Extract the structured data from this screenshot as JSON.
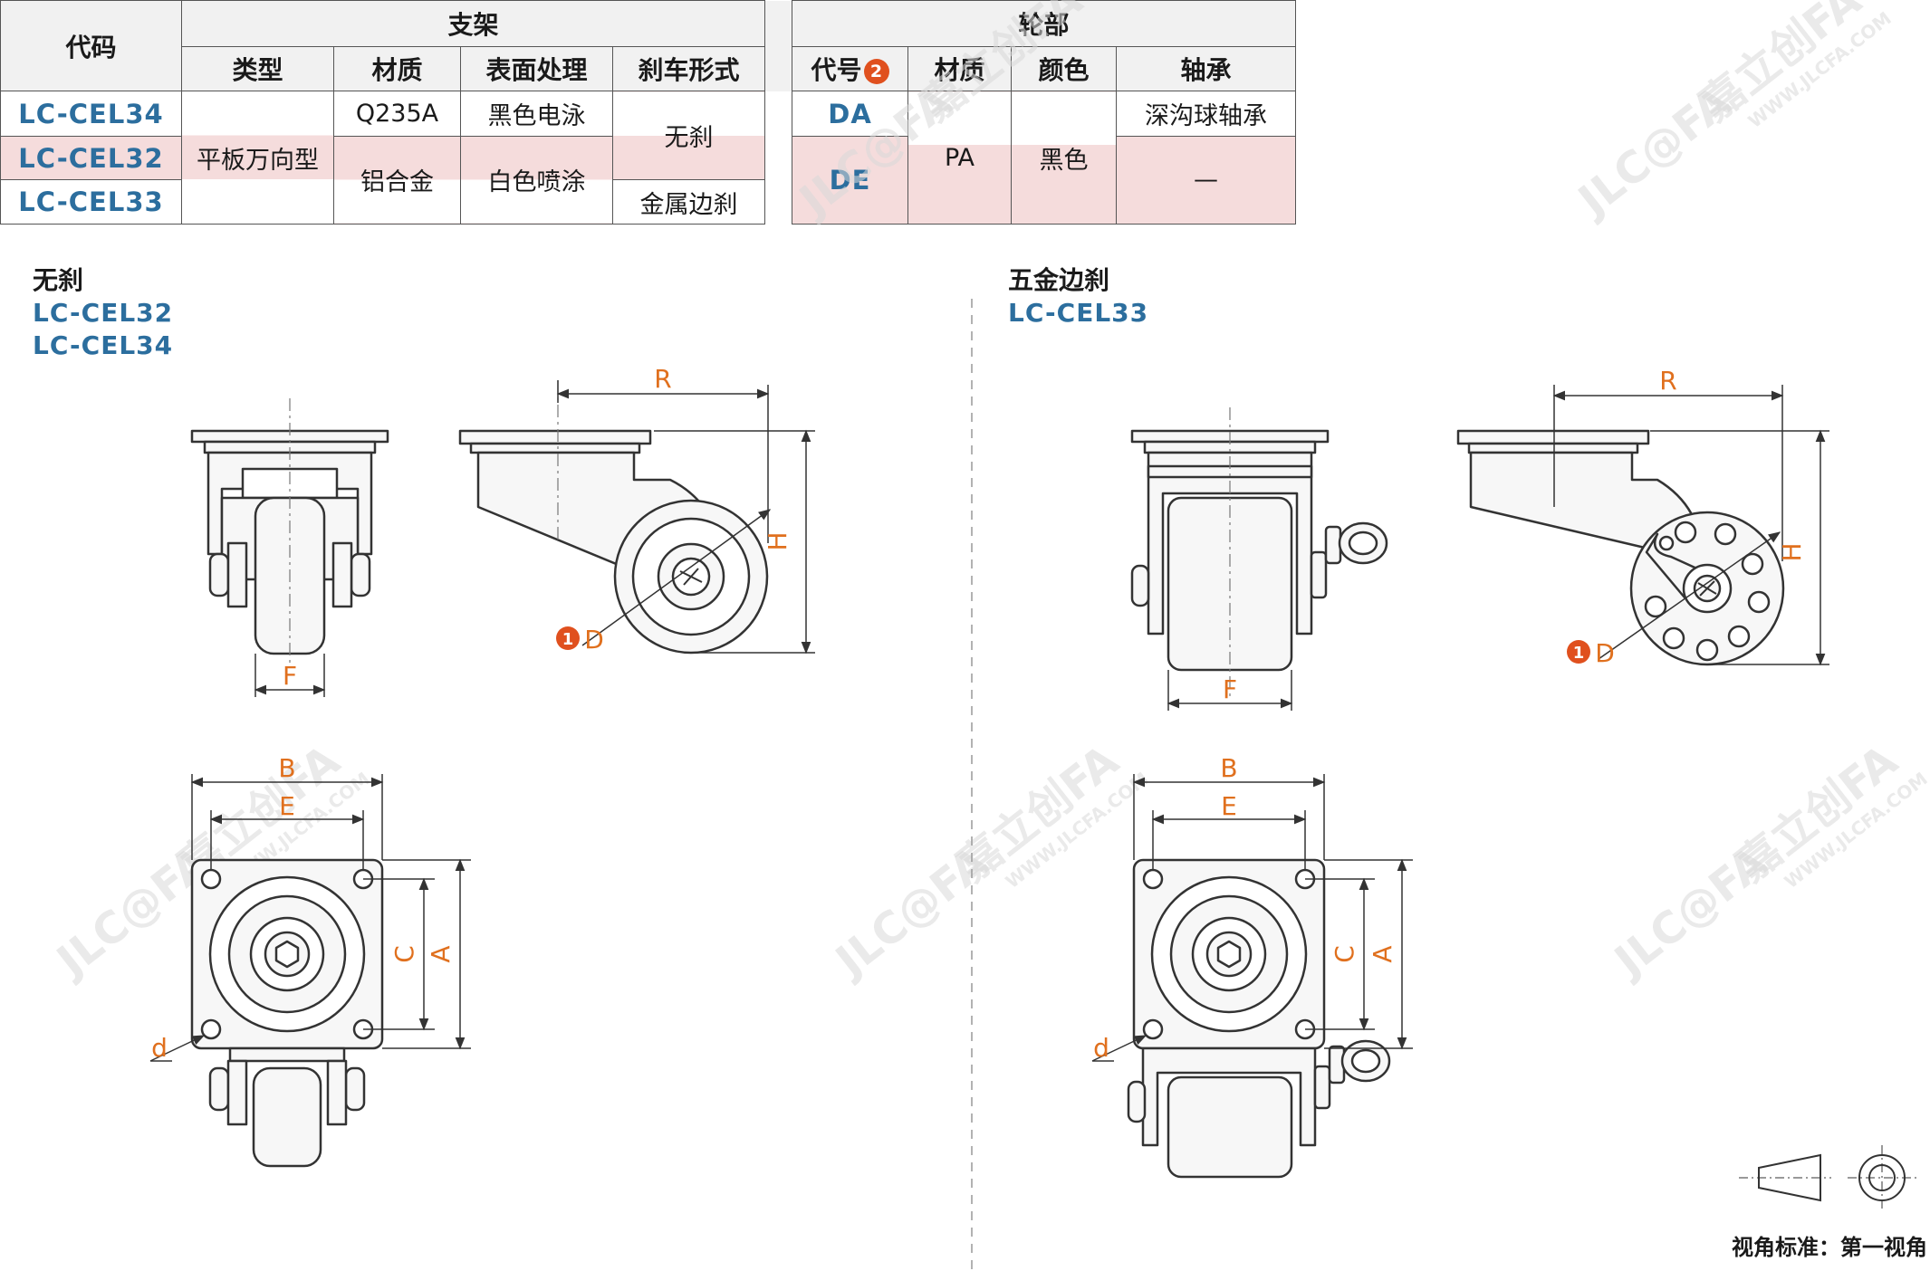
{
  "table": {
    "col_code": "代码",
    "group_bracket": "支架",
    "group_wheel": "轮部",
    "h_type": "类型",
    "h_material": "材质",
    "h_surface": "表面处理",
    "h_brake": "刹车形式",
    "h_wcode": "代号",
    "h_wcode_badge": "2",
    "h_wmaterial": "材质",
    "h_color": "颜色",
    "h_bearing": "轴承",
    "rows": [
      {
        "code": "LC-CEL34"
      },
      {
        "code": "LC-CEL32"
      },
      {
        "code": "LC-CEL33"
      }
    ],
    "type": "平板万向型",
    "mat_q": "Q235A",
    "mat_al": "铝合金",
    "surf_black": "黑色电泳",
    "surf_white": "白色喷涂",
    "brake_none": "无刹",
    "brake_metal": "金属边刹",
    "wcode_da": "DA",
    "wcode_de": "DE",
    "wmat": "PA",
    "wcolor": "黑色",
    "bearing_deep": "深沟球轴承",
    "bearing_none": "—"
  },
  "left_label": {
    "title": "无刹",
    "code1": "LC-CEL32",
    "code2": "LC-CEL34"
  },
  "right_label": {
    "title": "五金边刹",
    "code1": "LC-CEL33"
  },
  "dims": {
    "R": "R",
    "H": "H",
    "D": "D",
    "F": "F",
    "B": "B",
    "E": "E",
    "C": "C",
    "A": "A",
    "d": "d",
    "badge1": "1"
  },
  "watermark": {
    "logo": "JLC@FA",
    "cn": "嘉立创FA",
    "url": "WWW.JLCFA.COM"
  },
  "view_standard": "视角标准：第一视角",
  "colors": {
    "code_blue": "#2c6e9e",
    "dim_orange": "#e0701e",
    "badge_red": "#e0501e",
    "highlight_pink": "#f5dcdc"
  }
}
